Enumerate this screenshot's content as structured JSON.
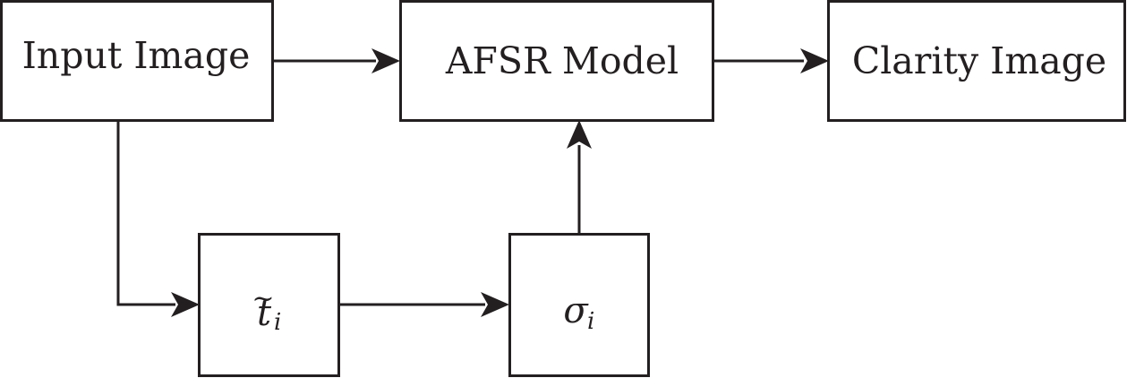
{
  "nodes": {
    "input_image": {
      "label": "Input Image"
    },
    "afsr_model": {
      "label": "AFSR Model"
    },
    "clarity_image": {
      "label": "Clarity Image"
    },
    "t_tilde_i": {
      "symbol": "t",
      "accent": "~",
      "subscript": "i"
    },
    "sigma_i": {
      "symbol": "σ",
      "subscript": "i"
    }
  },
  "edges": [
    {
      "from": "input_image",
      "to": "afsr_model"
    },
    {
      "from": "afsr_model",
      "to": "clarity_image"
    },
    {
      "from": "input_image",
      "to": "t_tilde_i"
    },
    {
      "from": "t_tilde_i",
      "to": "sigma_i"
    },
    {
      "from": "sigma_i",
      "to": "afsr_model"
    }
  ]
}
